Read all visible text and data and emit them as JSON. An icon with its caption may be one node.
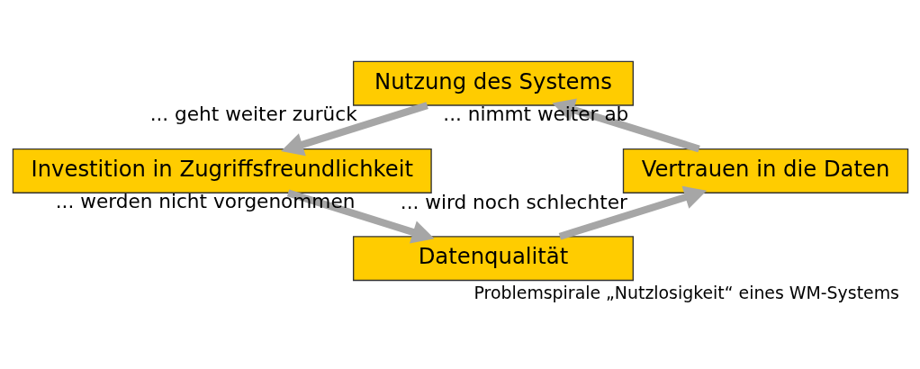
{
  "diagram": {
    "caption": "Problemspirale „Nutzlosigkeit“ eines WM-Systems",
    "nodes": [
      {
        "text": [
          "Nutzung des Systems"
        ]
      },
      {
        "text": [
          "Investition in Zugriffsfreundlichkeit"
        ]
      },
      {
        "text": [
          "Datenqualität"
        ]
      },
      {
        "text": [
          "Vertrauen in die Daten"
        ]
      }
    ],
    "edges": [
      {
        "from": 0,
        "to": 1,
        "arrow": "to",
        "label": "... geht weiter zurück"
      },
      {
        "from": 1,
        "to": 2,
        "arrow": "to",
        "label": "... werden nicht vorgenommen"
      },
      {
        "from": 2,
        "to": 3,
        "arrow": "to",
        "label": "... wird noch schlechter"
      },
      {
        "from": 3,
        "to": 0,
        "arrow": "to",
        "label": "... nimmt weiter ab"
      }
    ]
  }
}
